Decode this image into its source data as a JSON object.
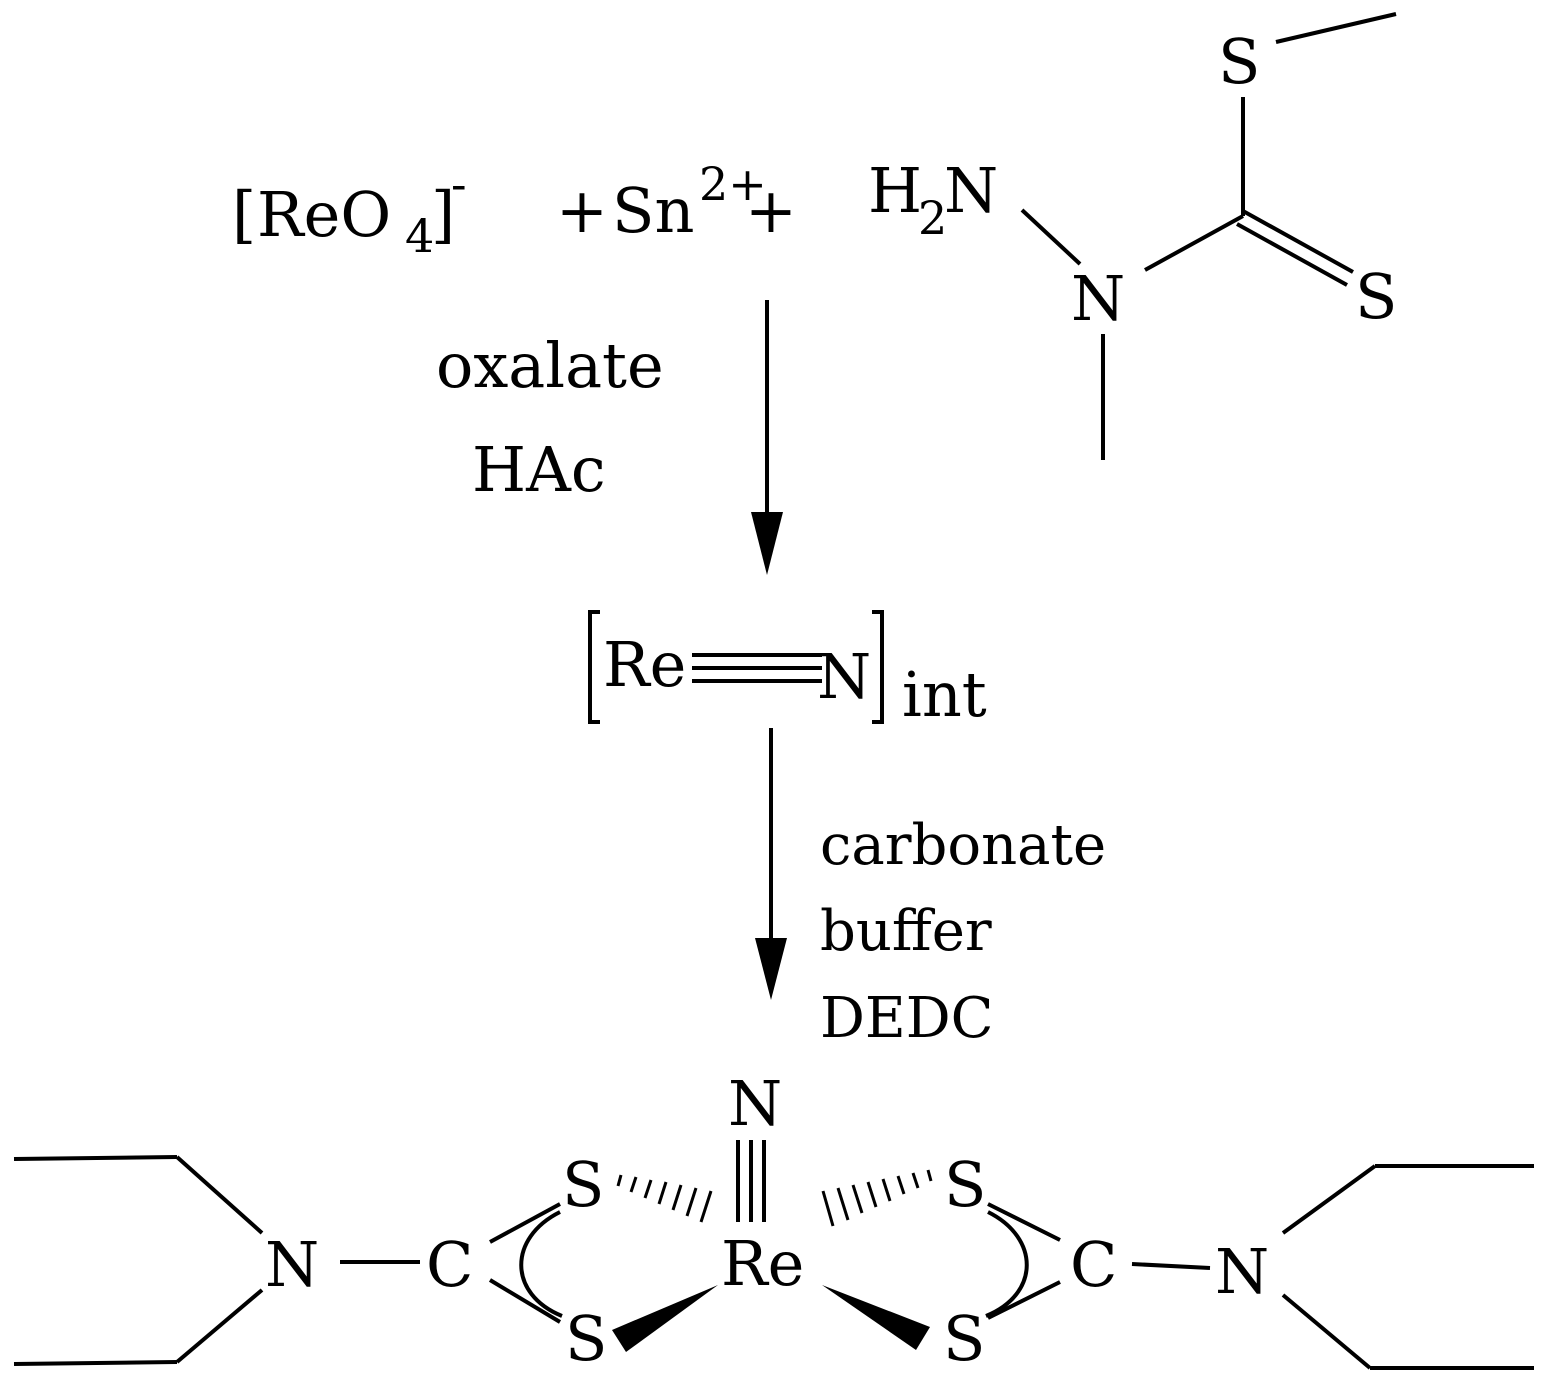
{
  "reactants": {
    "perrhenate": {
      "bracket_open": "[",
      "symbol": "ReO",
      "subscript": "4",
      "bracket_close": "]",
      "charge": "-"
    },
    "plus_1": "+",
    "tin": {
      "symbol": "Sn",
      "charge": "2+"
    },
    "plus_2": "+",
    "hydrazine_ligand": {
      "h2n": {
        "main": "H",
        "sub": "2",
        "rest": "N"
      },
      "n": "N",
      "s_methyl": "S",
      "s_thione": "S"
    }
  },
  "step1_conditions": [
    "oxalate",
    "HAc"
  ],
  "intermediate": {
    "re": "Re",
    "n": "N",
    "label": "int"
  },
  "step2_conditions": [
    "carbonate",
    "buffer",
    "DEDC"
  ],
  "product": {
    "nitrido_n": "N",
    "metal": "Re",
    "left": {
      "s_top": "S",
      "s_bottom": "S",
      "c": "C",
      "n": "N"
    },
    "right": {
      "s_top": "S",
      "s_bottom": "S",
      "c": "C",
      "n": "N"
    }
  }
}
